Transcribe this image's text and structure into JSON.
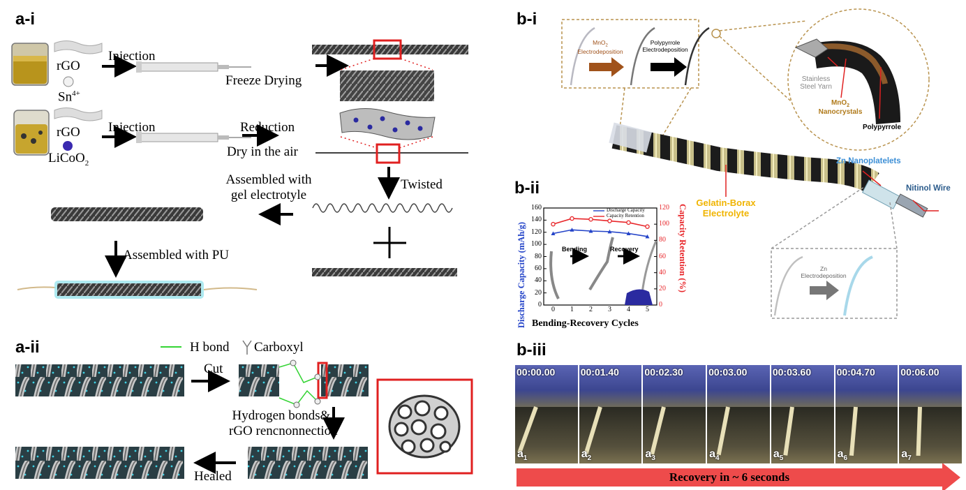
{
  "panels": {
    "a_i": "a-i",
    "a_ii": "a-ii",
    "b_i": "b-i",
    "b_ii": "b-ii",
    "b_iii": "b-iii"
  },
  "a_i": {
    "rgo1": "rGO",
    "sn": "Sn",
    "sn_sup": "4+",
    "injection1": "Injection",
    "freeze": "Freeze Drying",
    "rgo2": "rGO",
    "licoo": "LiCoO",
    "licoo_sub": "2",
    "injection2": "Injection",
    "reduction": "Reduction",
    "dry": "Dry in the air",
    "twisted": "Twisted",
    "assembled_gel_1": "Assembled with",
    "assembled_gel_2": "gel electrotyle",
    "assembled_pu": "Assembled  with PU"
  },
  "a_ii": {
    "hbond": "H bond",
    "carboxyl": "Carboxyl",
    "cut": "Cut",
    "hydrogen_1": "Hydrogen bonds&",
    "hydrogen_2": "rGO rencnonnection",
    "healed": "Healed"
  },
  "b_i": {
    "mno2_1": "MnO",
    "mno2_sub": "2",
    "mno2_2": "Electrodeposition",
    "ppy_1": "Polypyrrole",
    "ppy_2": "Electrodeposition",
    "steel_1": "Stainless",
    "steel_2": "Steel Yarn",
    "mno2_nano_1": "MnO",
    "mno2_nano_sub": "2",
    "mno2_nano_2": "Nanocrystals",
    "polypyrrole": "Polypyrrole",
    "zn_nano": "Zn Nanoplatelets",
    "nitinol": "Nitinol Wire",
    "gelatin_1": "Gelatin-Borax",
    "gelatin_2": "Electrolyte",
    "zn_1": "Zn",
    "zn_2": "Electrodeposition"
  },
  "b_iii": {
    "frames": [
      {
        "time": "00:00.00",
        "sub": "1"
      },
      {
        "time": "00:01.40",
        "sub": "2"
      },
      {
        "time": "00:02.30",
        "sub": "3"
      },
      {
        "time": "00:03.00",
        "sub": "4"
      },
      {
        "time": "00:03.60",
        "sub": "5"
      },
      {
        "time": "00:04.70",
        "sub": "6"
      },
      {
        "time": "00:06.00",
        "sub": "7"
      }
    ],
    "frame_letter": "a",
    "recovery": "Recovery in ~ 6 seconds"
  },
  "chart_data": {
    "type": "line",
    "x": [
      0,
      1,
      2,
      3,
      4,
      5
    ],
    "xticks": [
      "0",
      "1",
      "2",
      "3",
      "4",
      "5"
    ],
    "xlabel": "Bending-Recovery Cycles",
    "ylabel": "Discharge Capacity (mAh/g)",
    "ylabel2": "Capacity Retention (%)",
    "ylim": [
      0,
      160
    ],
    "ylim2": [
      0,
      120
    ],
    "yticks": [
      "0",
      "20",
      "40",
      "60",
      "80",
      "100",
      "120",
      "140",
      "160"
    ],
    "yticks2": [
      "0",
      "20",
      "40",
      "60",
      "80",
      "100",
      "120"
    ],
    "series": [
      {
        "name": "Discharge Capacity",
        "axis": "left",
        "color": "#2343c8",
        "values": [
          118,
          124,
          122,
          121,
          118,
          113
        ]
      },
      {
        "name": "Capacity Retention",
        "axis": "right",
        "color": "#e8262a",
        "values": [
          100,
          107,
          106,
          104,
          102,
          97
        ]
      }
    ],
    "annotations": [
      "Bending",
      "Recovery"
    ]
  },
  "colors": {
    "red_box": "#e02020",
    "bar_red": "#ee4b4b",
    "blue_axis": "#2343c8",
    "red_axis": "#e8262a",
    "yarn_cyan": "#44c5d6",
    "gold": "#f0b400",
    "brown": "#a0521a",
    "zn_blue": "#3d8fd6"
  }
}
